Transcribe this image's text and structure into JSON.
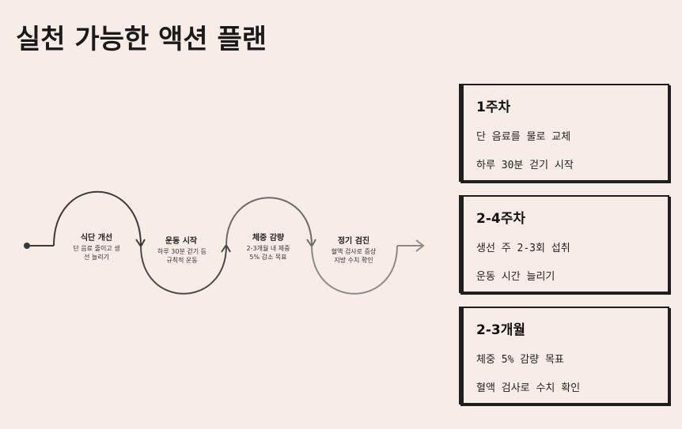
{
  "title": "실천 가능한 액션 플랜",
  "timeline": {
    "steps": [
      {
        "label": "식단 개선",
        "desc_line1": "단 음료 줄이고 생",
        "desc_line2": "선 늘리기"
      },
      {
        "label": "운동 시작",
        "desc_line1": "하루 30분 걷기 등",
        "desc_line2": "규칙적 운동"
      },
      {
        "label": "체중 감량",
        "desc_line1": "2-3개월 내 체중",
        "desc_line2": "5% 감소 목표"
      },
      {
        "label": "정기 검진",
        "desc_line1": "혈액 검사로 증상",
        "desc_line2": "지방 수치 확인"
      }
    ],
    "colors": [
      "#3a3a3a",
      "#4a4a4a",
      "#6a6a6a",
      "#8a8a8a"
    ]
  },
  "cards": [
    {
      "title": "1주차",
      "items": [
        "단 음료를 물로 교체",
        "하루 30분 걷기 시작"
      ]
    },
    {
      "title": "2-4주차",
      "items": [
        "생선 주 2-3회 섭취",
        "운동 시간 늘리기"
      ]
    },
    {
      "title": "2-3개월",
      "items": [
        "체중 5% 감량 목표",
        "혈액 검사로 수치 확인"
      ]
    }
  ]
}
